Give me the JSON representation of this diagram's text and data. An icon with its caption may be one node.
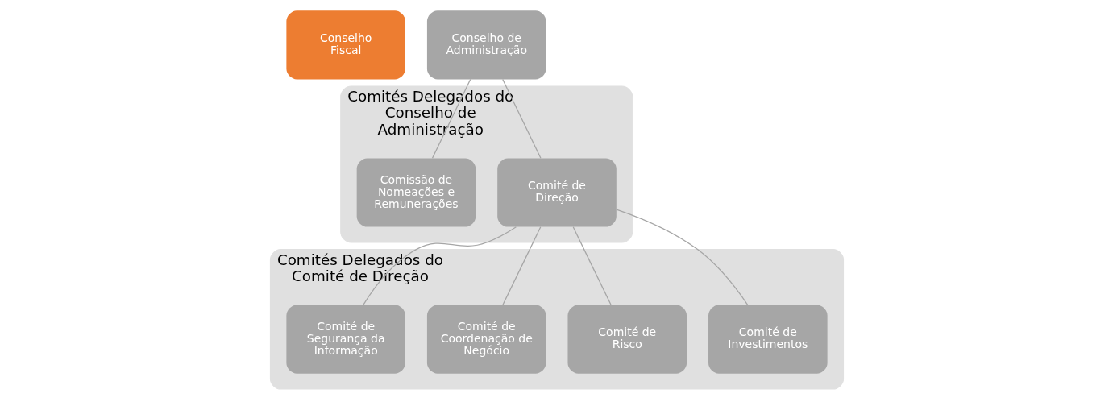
{
  "diagram": {
    "nodes": [
      {
        "text": [
          "Conselho Fiscal"
        ]
      },
      {
        "text": [
          "Conselho de Administração"
        ]
      },
      {
        "text": [
          "Comités Delegados do Conselho de Administração"
        ]
      },
      {
        "text": [
          "Comité de Direção"
        ],
        "in": 2
      },
      {
        "text": [
          "Comissão de Nomeações e Remunerações"
        ],
        "in": 2
      },
      {
        "text": [
          "Comités Delegados do Comité de Direção"
        ]
      },
      {
        "text": [
          "Comité de Investimentos"
        ],
        "in": 5
      },
      {
        "text": [
          "Comité de Risco"
        ],
        "in": 5
      },
      {
        "text": [
          "Comité de Coordenação de Negócio"
        ],
        "in": 5
      },
      {
        "text": [
          "Comité de Segurança da Informação"
        ],
        "in": 5
      }
    ],
    "edges": [
      {
        "from": 1,
        "to": 3,
        "arrow": "none"
      },
      {
        "from": 1,
        "to": 4,
        "arrow": "none"
      },
      {
        "from": 3,
        "to": 6,
        "arrow": "none"
      },
      {
        "from": 3,
        "to": 7,
        "arrow": "none"
      },
      {
        "from": 3,
        "to": 8,
        "arrow": "none"
      },
      {
        "from": 3,
        "to": 9,
        "arrow": "none"
      }
    ]
  }
}
